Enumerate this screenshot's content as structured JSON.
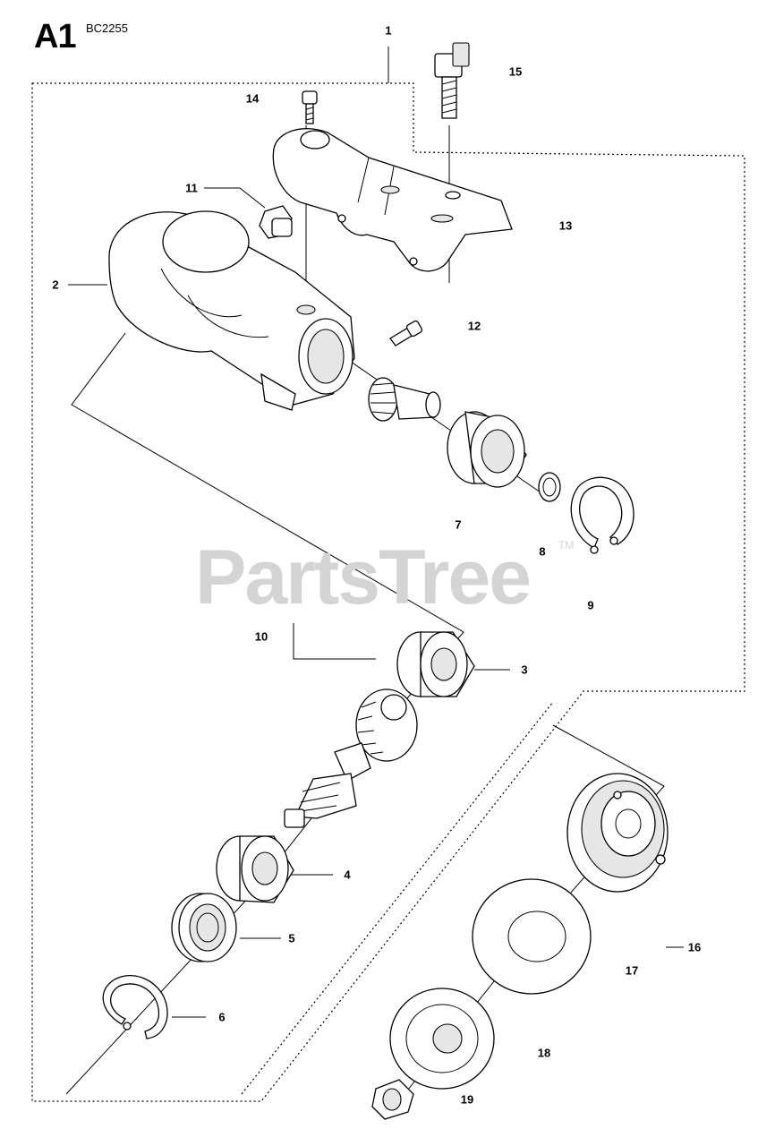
{
  "header": {
    "title": "A1",
    "model_code": "BC2255"
  },
  "watermark": {
    "text": "PartsTree",
    "tm": "TM"
  },
  "callouts": [
    {
      "id": "callout-1",
      "label": "1"
    },
    {
      "id": "callout-2",
      "label": "2"
    },
    {
      "id": "callout-3",
      "label": "3"
    },
    {
      "id": "callout-4",
      "label": "4"
    },
    {
      "id": "callout-5",
      "label": "5"
    },
    {
      "id": "callout-6",
      "label": "6"
    },
    {
      "id": "callout-7",
      "label": "7"
    },
    {
      "id": "callout-8",
      "label": "8"
    },
    {
      "id": "callout-9",
      "label": "9"
    },
    {
      "id": "callout-10",
      "label": "10"
    },
    {
      "id": "callout-11",
      "label": "11"
    },
    {
      "id": "callout-12",
      "label": "12"
    },
    {
      "id": "callout-13",
      "label": "13"
    },
    {
      "id": "callout-14",
      "label": "14"
    },
    {
      "id": "callout-15",
      "label": "15"
    },
    {
      "id": "callout-16",
      "label": "16"
    },
    {
      "id": "callout-17",
      "label": "17"
    },
    {
      "id": "callout-18",
      "label": "18"
    },
    {
      "id": "callout-19",
      "label": "19"
    }
  ]
}
